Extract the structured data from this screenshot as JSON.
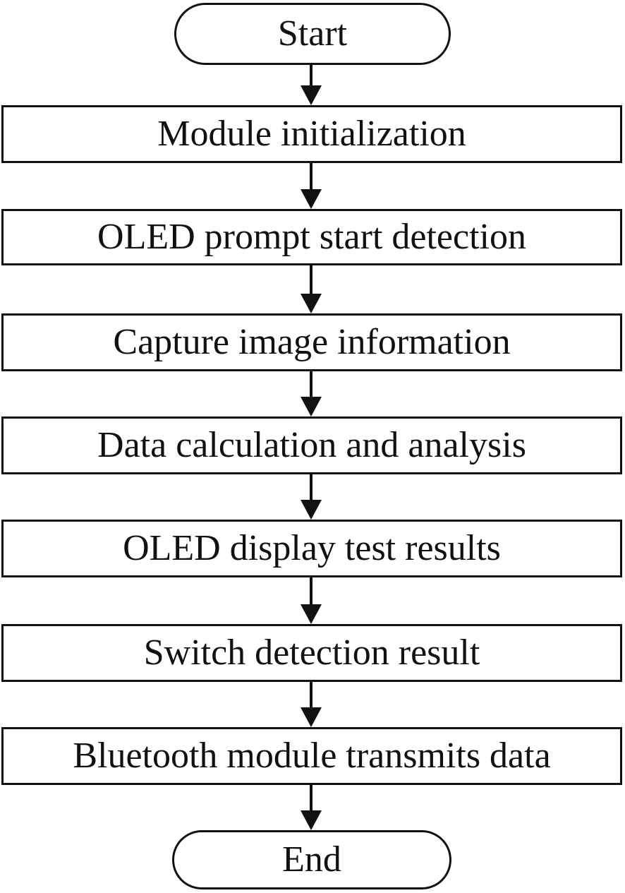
{
  "flowchart": {
    "start": "Start",
    "steps": [
      "Module initialization",
      "OLED prompt start detection",
      "Capture image information",
      "Data calculation and analysis",
      "OLED display test results",
      "Switch detection result",
      "Bluetooth module transmits data"
    ],
    "end": "End"
  }
}
